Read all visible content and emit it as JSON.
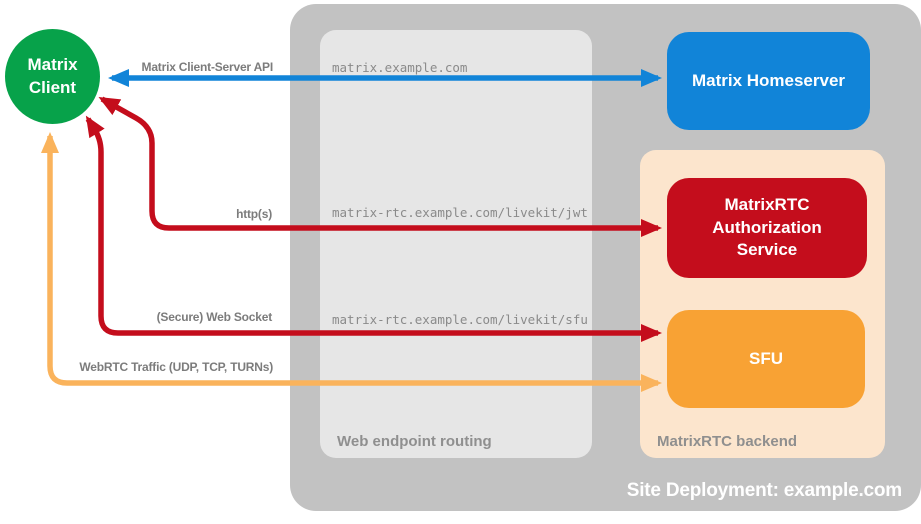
{
  "colors": {
    "bg": "#ffffff",
    "container": "#c2c2c2",
    "routing": "#e6e6e6",
    "backend": "#fce5cd",
    "green": "#07a24a",
    "blue": "#1184d8",
    "red": "#c40d1c",
    "orange_box": "#f8a234",
    "orange_arrow": "#fab35c",
    "label_gray": "#7c7c7c",
    "url_gray": "#8a8a8a",
    "box_label_gray": "#8f8f8f",
    "white": "#ffffff"
  },
  "nodes": {
    "client": {
      "label": "Matrix Client"
    },
    "homeserver": {
      "label": "Matrix Homeserver"
    },
    "auth_service": {
      "label": "MatrixRTC Authorization Service"
    },
    "sfu": {
      "label": "SFU"
    }
  },
  "containers": {
    "site": {
      "label": "Site Deployment: example.com"
    },
    "routing": {
      "label": "Web endpoint routing"
    },
    "backend": {
      "label": "MatrixRTC backend"
    }
  },
  "arrows": {
    "client_server_api": {
      "label": "Matrix Client-Server API",
      "endpoint": "matrix.example.com",
      "color": "#1184d8",
      "from": "Matrix Client",
      "to": "Matrix Homeserver"
    },
    "http": {
      "label": "http(s)",
      "endpoint": "matrix-rtc.example.com/livekit/jwt",
      "color": "#c40d1c",
      "from": "Matrix Client",
      "to": "MatrixRTC Authorization Service"
    },
    "websocket": {
      "label": "(Secure) Web Socket",
      "endpoint": "matrix-rtc.example.com/livekit/sfu",
      "color": "#c40d1c",
      "from": "Matrix Client",
      "to": "SFU"
    },
    "webrtc": {
      "label": "WebRTC Traffic (UDP, TCP, TURNs)",
      "endpoint": "",
      "color": "#fab35c",
      "from": "Matrix Client",
      "to": "SFU"
    }
  }
}
